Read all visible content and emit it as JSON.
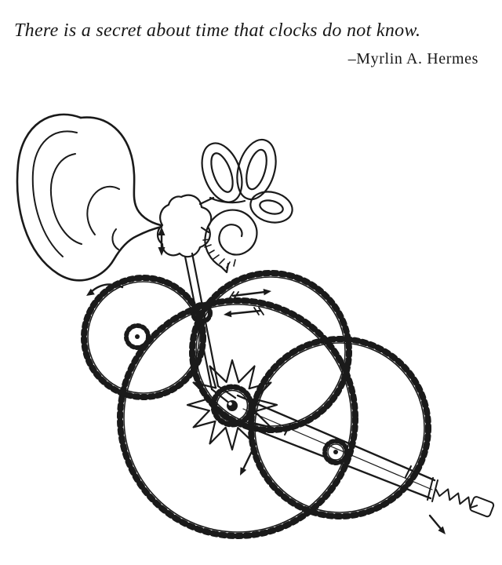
{
  "quote": {
    "text": "There is a secret about time that clocks do not know.",
    "attribution": "–Myrlin A. Hermes"
  },
  "illustration": {
    "name": "ear-clockwork-illustration",
    "elements": [
      "human-ear",
      "cochlea",
      "semicircular-canals",
      "gear-train",
      "escape-wheel",
      "pallet-lever",
      "coil-spring",
      "motion-arrows"
    ],
    "ink_color": "#1a1a1a",
    "background_color": "#ffffff"
  }
}
